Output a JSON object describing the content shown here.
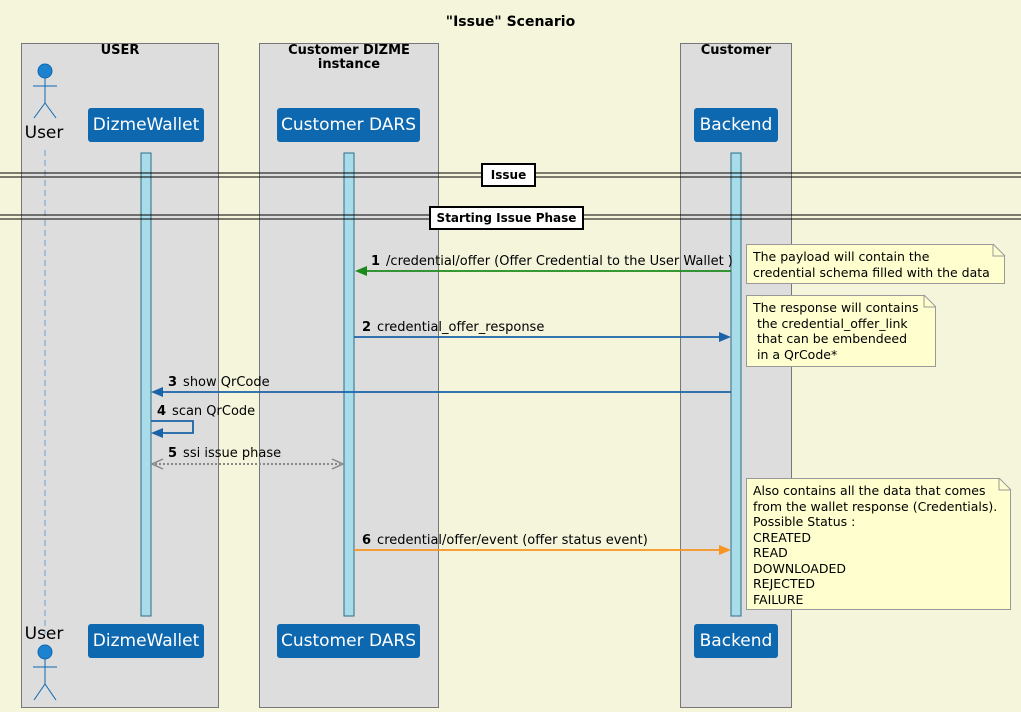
{
  "diagram": {
    "title": "\"Issue\" Scenario",
    "boxes": [
      {
        "id": "user",
        "label": "USER"
      },
      {
        "id": "dizme",
        "label": "Customer DIZME instance"
      },
      {
        "id": "customer",
        "label": "Customer"
      }
    ],
    "participants": {
      "user": "User",
      "wallet": "DizmeWallet",
      "dars": "Customer DARS",
      "backend": "Backend"
    },
    "dividers": [
      "Issue",
      "Starting Issue Phase"
    ],
    "messages": [
      {
        "num": "1",
        "text": "/credential/offer (Offer Credential to the User Wallet )"
      },
      {
        "num": "2",
        "text": "credential_offer_response"
      },
      {
        "num": "3",
        "text": "show QrCode"
      },
      {
        "num": "4",
        "text": "scan QrCode"
      },
      {
        "num": "5",
        "text": "ssi issue phase"
      },
      {
        "num": "6",
        "text": "credential/offer/event (offer status event)"
      }
    ],
    "notes": [
      "The payload will contain the\ncredential schema filled with the data",
      "The response will contains\n the credential_offer_link\n that can be embendeed\n in a QrCode*",
      "Also contains all the data that comes\nfrom the wallet response (Credentials).\nPossible Status :\nCREATED\nREAD\nDOWNLOADED\nREJECTED\nFAILURE"
    ],
    "colors": {
      "background": "#f5f5dc",
      "participant": "#0d68b0",
      "lifeline_activation": "#a8dce8",
      "msg_green": "#1a8a1a",
      "msg_blue": "#1a63a8",
      "msg_gray": "#888888",
      "msg_orange": "#f7931e",
      "note_bg": "#fefece"
    }
  }
}
